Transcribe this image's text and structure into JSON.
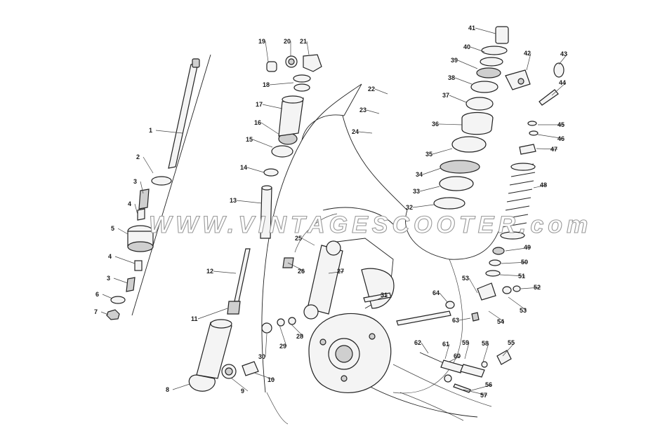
{
  "watermark": "WWW.VINTAGESCOOTER.com",
  "callouts": [
    "1",
    "2",
    "3",
    "4",
    "5",
    "4",
    "3",
    "6",
    "7",
    "8",
    "9",
    "10",
    "11",
    "12",
    "13",
    "14",
    "15",
    "16",
    "17",
    "18",
    "19",
    "20",
    "21",
    "22",
    "23",
    "24",
    "25",
    "26",
    "27",
    "28",
    "29",
    "30",
    "31",
    "32",
    "33",
    "34",
    "35",
    "36",
    "37",
    "38",
    "39",
    "40",
    "41",
    "42",
    "43",
    "44",
    "45",
    "46",
    "47",
    "48",
    "49",
    "50",
    "51",
    "52",
    "53",
    "53",
    "54",
    "55",
    "56",
    "57",
    "58",
    "59",
    "60",
    "61",
    "62",
    "63",
    "64"
  ],
  "colors": {
    "ink": "#1a1a1a",
    "paper": "#ffffff",
    "watermark_outline": "#9a9a9a"
  }
}
